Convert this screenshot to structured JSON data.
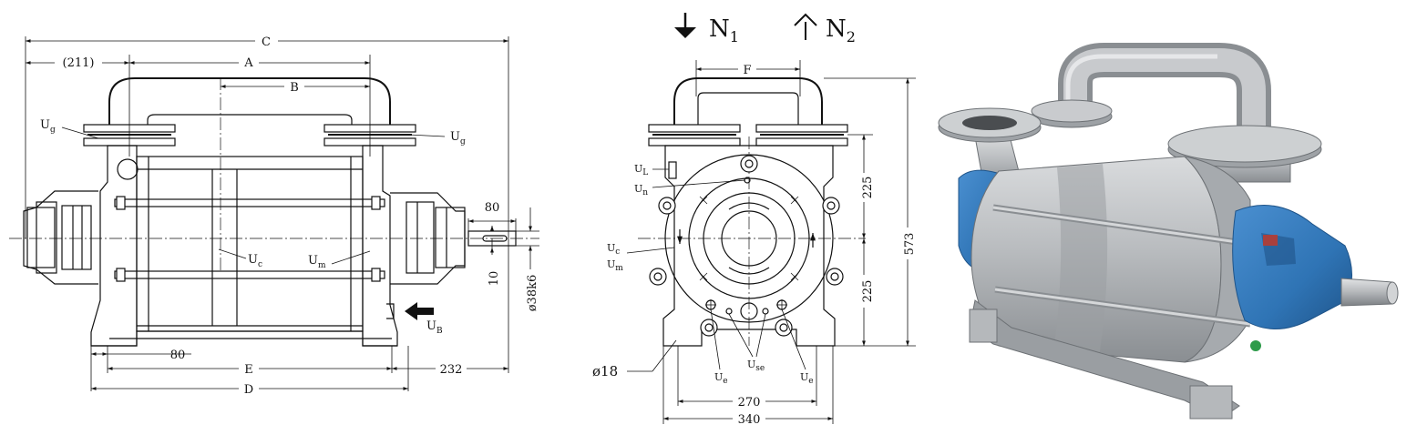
{
  "side_view": {
    "dims": {
      "C": "C",
      "211": "(211)",
      "A": "A",
      "B": "B",
      "E": "E",
      "D": "D",
      "dim80_bottom": "80",
      "dim232": "232",
      "dim80_shaft": "80",
      "dim10": "10",
      "shaft_dia": "ø38k6"
    },
    "ports": {
      "Ug_left": {
        "main": "U",
        "sub": "g"
      },
      "Ug_right": {
        "main": "U",
        "sub": "g"
      },
      "Uc": {
        "main": "U",
        "sub": "c"
      },
      "Um": {
        "main": "U",
        "sub": "m"
      },
      "UB": {
        "main": "U",
        "sub": "B"
      }
    }
  },
  "end_view": {
    "flow": {
      "N1": {
        "main": "N",
        "sub": "1"
      },
      "N2": {
        "main": "N",
        "sub": "2"
      }
    },
    "dims": {
      "F": "F",
      "d225_top": "225",
      "d225_bottom": "225",
      "d573": "573",
      "d270": "270",
      "d340": "340",
      "hole": "ø18"
    },
    "ports": {
      "UL": {
        "main": "U",
        "sub": "L"
      },
      "Un": {
        "main": "U",
        "sub": "n"
      },
      "Uc": {
        "main": "U",
        "sub": "c"
      },
      "Um": {
        "main": "U",
        "sub": "m"
      },
      "Ue_left": {
        "main": "U",
        "sub": "e"
      },
      "Use": {
        "main": "U",
        "sub": "se"
      },
      "Ue_right": {
        "main": "U",
        "sub": "e"
      }
    }
  },
  "photo": {
    "colors": {
      "steel": "#b9bcbf",
      "steel_dark": "#7f8387",
      "blue": "#2f74b5",
      "blue_dark": "#1f5489"
    }
  }
}
